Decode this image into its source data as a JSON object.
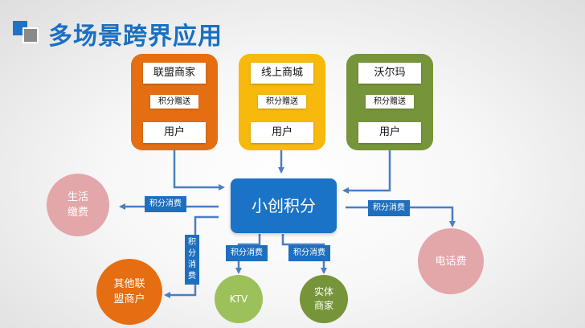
{
  "title": "多场景跨界应用",
  "colors": {
    "title_blue": "#1a6fc2",
    "center_blue": "#1a73c6",
    "orange": "#e56e12",
    "yellow": "#f6b90c",
    "green": "#76953a",
    "pink": "#e3a6a9",
    "light_green": "#9dc15a"
  },
  "sources": [
    {
      "top_label": "联盟商家",
      "middle_label": "积分赠送",
      "bottom_label": "用户"
    },
    {
      "top_label": "线上商城",
      "middle_label": "积分赠送",
      "bottom_label": "用户"
    },
    {
      "top_label": "沃尔玛",
      "middle_label": "积分赠送",
      "bottom_label": "用户"
    }
  ],
  "center": {
    "label": "小创积分"
  },
  "tags": {
    "left": "积分消费",
    "right": "积分消费",
    "bottom_left": "积分消费",
    "bottom_right": "积分消费",
    "vertical": "积分消费"
  },
  "targets": {
    "life_fee": "生活\n缴费",
    "phone_fee": "电话费",
    "other_merchants": "其他联\n盟商户",
    "ktv": "KTV",
    "physical_merchants": "实体\n商家"
  }
}
